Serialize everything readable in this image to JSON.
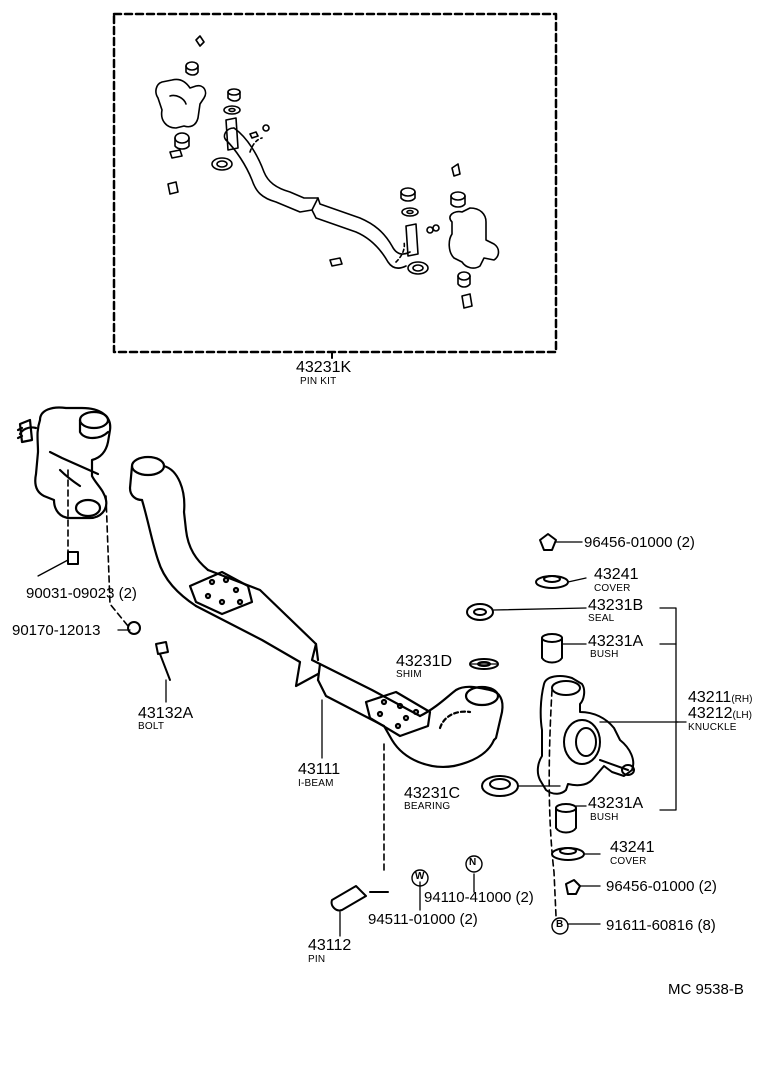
{
  "diagram_code": "MC 9538-B",
  "parts": {
    "pin_kit": {
      "number": "43231K",
      "name": "PIN KIT"
    },
    "grease_fitting_top": {
      "number": "96456-01000 (2)"
    },
    "cover_top": {
      "number": "43241",
      "name": "COVER"
    },
    "seal": {
      "number": "43231B",
      "name": "SEAL"
    },
    "bush_top": {
      "number": "43231A",
      "name": "BUSH"
    },
    "shim": {
      "number": "43231D",
      "name": "SHIM"
    },
    "knuckle_rh": {
      "number": "43211",
      "suffix": "(RH)"
    },
    "knuckle_lh": {
      "number": "43212",
      "suffix": "(LH)"
    },
    "knuckle_name": "KNUCKLE",
    "bearing": {
      "number": "43231C",
      "name": "BEARING"
    },
    "bush_bottom": {
      "number": "43231A",
      "name": "BUSH"
    },
    "cover_bottom": {
      "number": "43241",
      "name": "COVER"
    },
    "grease_fitting_bottom": {
      "number": "96456-01000 (2)"
    },
    "bolt_b": {
      "number": "91611-60816 (8)",
      "symbol": "B"
    },
    "washer": {
      "number": "94110-41000 (2)",
      "symbol": "N"
    },
    "nut": {
      "number": "94511-01000 (2)",
      "symbol": "W"
    },
    "pin": {
      "number": "43112",
      "name": "PIN"
    },
    "ibeam": {
      "number": "43111",
      "name": "I-BEAM"
    },
    "bolt": {
      "number": "43132A",
      "name": "BOLT"
    },
    "plug_1": {
      "number": "90031-09023 (2)"
    },
    "plug_2": {
      "number": "90170-12013"
    }
  }
}
